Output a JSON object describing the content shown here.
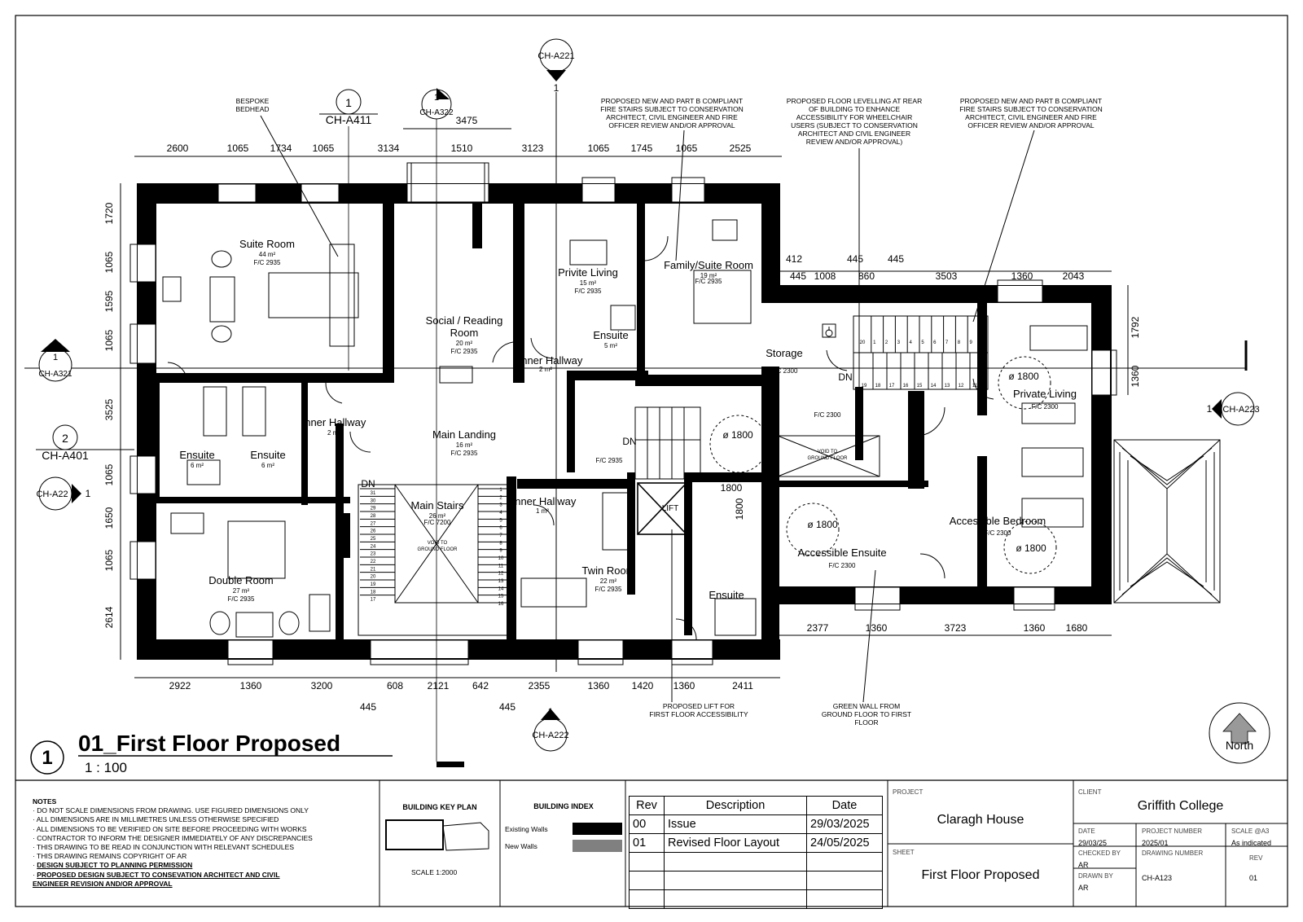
{
  "drawing_title": "01_First Floor Proposed",
  "drawing_number_tag": "1",
  "scale": "1 : 100",
  "north_label": "North",
  "rooms": [
    {
      "name": "Suite Room",
      "area": "44 m²",
      "fc": "F/C 2935"
    },
    {
      "name": "Social / Reading",
      "name2": "Room",
      "area": "20 m²",
      "fc": "F/C 2935"
    },
    {
      "name": "Privite Living",
      "area": "15 m²",
      "fc": "F/C 2935"
    },
    {
      "name": "Family/Suite Room",
      "area": "19 m²",
      "fc": "F/C 2935"
    },
    {
      "name": "Ensuite",
      "area": "5 m²"
    },
    {
      "name": "Inner Hallway",
      "area": "2 m²"
    },
    {
      "name": "Storage",
      "fc": "F/C 2300"
    },
    {
      "name": "Private Living",
      "fc": "F/C 2300"
    },
    {
      "name": "Inner Hallway",
      "area": "2 m²"
    },
    {
      "name": "Main Landing",
      "area": "16 m²",
      "fc": "F/C 2935"
    },
    {
      "name": "Ensuite",
      "area": "6 m²"
    },
    {
      "name": "Ensuite",
      "area": "6 m²"
    },
    {
      "name": "Main Stairs",
      "area": "26 m²",
      "fc": "F/C 7200"
    },
    {
      "name": "Inner Hallway",
      "area": "1 m²"
    },
    {
      "name": "Double Room",
      "area": "27 m²",
      "fc": "F/C 2935"
    },
    {
      "name": "Twin Room",
      "area": "22 m²",
      "fc": "F/C 2935"
    },
    {
      "name": "Ensuite"
    },
    {
      "name": "Accessible Ensuite",
      "fc": "F/C 2300"
    },
    {
      "name": "Accessible Bedroom",
      "fc": "F/C 2300"
    }
  ],
  "misc_labels": {
    "fc_2935": "F/C 2935",
    "fc_2300": "F/C 2300",
    "lift": "LIFT",
    "dn": "DN",
    "void": "VOID TO",
    "void2": "GROUND FLOOR",
    "turning1": "ø 1800",
    "dim_1800": "1800"
  },
  "annotations": {
    "bedhead": [
      "BESPOKE",
      "BEDHEAD"
    ],
    "fire_stairs_1": [
      "PROPOSED NEW AND PART B COMPLIANT",
      "FIRE STAIRS SUBJECT TO CONSERVATION",
      "ARCHITECT, CIVIL ENGINEER AND FIRE",
      "OFFICER REVIEW AND/OR APPROVAL"
    ],
    "floor_levelling": [
      "PROPOSED FLOOR LEVELLING AT REAR",
      "OF BUILDING TO ENHANCE",
      "ACCESSIBILITY FOR WHEELCHAIR",
      "USERS (SUBJECT TO CONSERVATION",
      "ARCHITECT AND CIVIL ENGINEER",
      "REVIEW AND/OR APPROVAL)"
    ],
    "fire_stairs_2": [
      "PROPOSED NEW AND PART B COMPLIANT",
      "FIRE STAIRS SUBJECT TO CONSERVATION",
      "ARCHITECT, CIVIL ENGINEER AND FIRE",
      "OFFICER REVIEW AND/OR APPROVAL"
    ],
    "lift": [
      "PROPOSED LIFT FOR",
      "FIRST FLOOR ACCESSIBILITY"
    ],
    "green_wall": [
      "GREEN WALL FROM",
      "GROUND FLOOR TO FIRST",
      "FLOOR"
    ]
  },
  "section_refs": [
    {
      "num": "1",
      "ref": "CH-A411"
    },
    {
      "num": "1",
      "ref": "CH-A221"
    },
    {
      "num": "1",
      "ref": "CH-A322"
    },
    {
      "num": "1",
      "ref": "CH-A321"
    },
    {
      "num": "2",
      "ref": "CH-A401"
    },
    {
      "num": "1",
      "ref": "CH-A22"
    },
    {
      "num": "1",
      "ref": "CH-A223"
    },
    {
      "num": "1",
      "ref": "CH-A222"
    }
  ],
  "dimensions": {
    "top": [
      "2600",
      "1065",
      "1734",
      "1065",
      "3134",
      "1510",
      "3123",
      "1065",
      "1745",
      "1065",
      "2525"
    ],
    "top_3475": "3475",
    "rear": [
      "412",
      "445",
      "1008",
      "445",
      "860",
      "445",
      "3503",
      "1360",
      "2043"
    ],
    "left": [
      "1720",
      "1065",
      "1595",
      "1065",
      "3525",
      "1065",
      "1650",
      "1065",
      "2614"
    ],
    "right": [
      "1792",
      "1360"
    ],
    "bottom": [
      "2922",
      "1360",
      "3200",
      "608",
      "2121",
      "642",
      "2355",
      "1360",
      "1420",
      "1360",
      "2411"
    ],
    "bottom_small": [
      "445",
      "445"
    ],
    "rear_bottom": [
      "2377",
      "1360",
      "3723",
      "1360",
      "1680"
    ]
  },
  "stair_numbers": {
    "left": [
      "31",
      "30",
      "29",
      "28",
      "27",
      "26",
      "25",
      "24",
      "23",
      "22",
      "21",
      "20",
      "19",
      "18",
      "17"
    ],
    "right": [
      "1",
      "2",
      "3",
      "4",
      "5",
      "6",
      "7",
      "8",
      "9",
      "10",
      "11",
      "12",
      "13",
      "14",
      "15",
      "16"
    ],
    "rear_top": [
      "20",
      "1",
      "2",
      "3",
      "4",
      "5",
      "6",
      "7",
      "8",
      "9",
      "10"
    ],
    "rear_bottom": [
      "19",
      "18",
      "17",
      "16",
      "15",
      "14",
      "13",
      "12",
      "11"
    ]
  },
  "notes": {
    "title": "NOTES",
    "items": [
      "· DO NOT SCALE DIMENSIONS FROM DRAWING. USE FIGURED DIMENSIONS ONLY",
      "· ALL DIMENSIONS ARE IN MILLIMETRES UNLESS OTHERWISE SPECIFIED",
      "· ALL DIMENSIONS TO BE VERIFIED ON SITE BEFORE PROCEEDING WITH WORKS",
      "· CONTRACTOR TO INFORM THE DESIGNER IMMEDIATELY OF ANY DISCREPANCIES",
      "· THIS DRAWING TO BE READ IN CONJUNCTION WITH RELEVANT SCHEDULES",
      "· THIS DRAWING REMAINS COPYRIGHT OF AR"
    ],
    "bold_items": [
      "DESIGN SUBJECT TO PLANNING PERMISSION",
      "PROPOSED DESIGN SUBJECT TO CONSEVATION ARCHITECT AND CIVIL",
      "ENGINEER REVISION AND/OR APPROVAL"
    ]
  },
  "key_plan": {
    "title": "BUILDING KEY PLAN",
    "scale": "SCALE 1:2000"
  },
  "building_index": {
    "title": "BUILDING INDEX",
    "existing": "Existing Walls",
    "new": "New Walls",
    "existing_color": "#000000",
    "new_color": "#808080"
  },
  "revisions": {
    "headers": [
      "Rev",
      "Description",
      "Date"
    ],
    "rows": [
      [
        "00",
        "Issue",
        "29/03/2025"
      ],
      [
        "01",
        "Revised Floor Layout",
        "24/05/2025"
      ]
    ]
  },
  "title_block": {
    "project_label": "PROJECT",
    "project": "Claragh House",
    "sheet_label": "SHEET",
    "sheet": "First Floor Proposed",
    "client_label": "CLIENT",
    "client": "Griffith College",
    "date_label": "DATE",
    "date": "29/03/25",
    "project_number_label": "PROJECT NUMBER",
    "project_number": "2025/01",
    "scale_label": "SCALE @A3",
    "scale": "As indicated",
    "checked_label": "CHECKED BY",
    "checked": "AR",
    "drawing_number_label": "DRAWING NUMBER",
    "drawing_number": "CH-A123",
    "drawn_label": "DRAWN BY",
    "drawn": "AR",
    "rev_label": "REV",
    "rev": "01"
  }
}
